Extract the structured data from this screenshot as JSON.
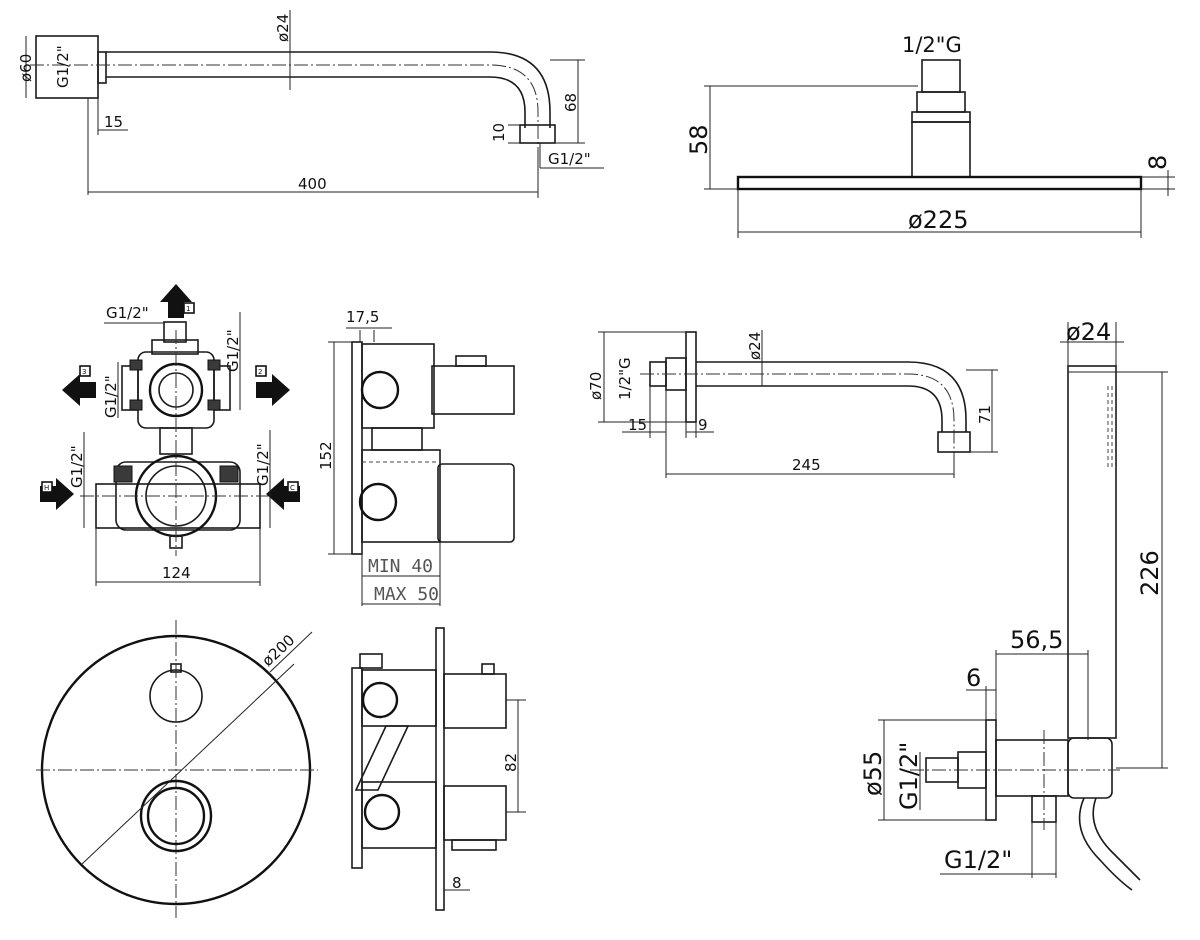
{
  "views": {
    "shower_arm_400": {
      "dia_24": "ø24",
      "dia_60": "ø60",
      "thread_left": "G1/2\"",
      "offset_15": "15",
      "drop_68": "68",
      "outlet_10": "10",
      "thread_outlet": "G1/2\"",
      "length_400": "400"
    },
    "shower_head": {
      "thread": "1/2\"G",
      "height_58": "58",
      "thickness_8": "8",
      "dia_225": "ø225"
    },
    "shower_arm_245": {
      "dia_24": "ø24",
      "dia_70": "ø70",
      "thread": "1/2\"G",
      "offset_15": "15",
      "flange_9": "9",
      "drop_71": "71",
      "length_245": "245"
    },
    "valve_body_front": {
      "thread_top": "G1/2\"",
      "thread_right_upper": "G1/2\"",
      "thread_left_upper": "G1/2\"",
      "thread_left_lower": "G1/2\"",
      "thread_right_lower": "G1/2\"",
      "width_124": "124",
      "port_tags": [
        "1",
        "2",
        "3",
        "H",
        "C"
      ]
    },
    "valve_body_side": {
      "offset_17_5": "17,5",
      "height_152": "152",
      "min_depth": "MIN 40",
      "max_depth": "MAX 50"
    },
    "cover_plate": {
      "dia_200": "ø200"
    },
    "assembly_side": {
      "spacing_82": "82",
      "plate_8": "8"
    },
    "hand_shower_outlet": {
      "dia_24": "ø24",
      "length_226": "226",
      "offset_56_5": "56,5",
      "flange_6": "6",
      "dia_55": "ø55",
      "thread_left": "G1/2\"",
      "thread_bottom": "G1/2\""
    }
  }
}
